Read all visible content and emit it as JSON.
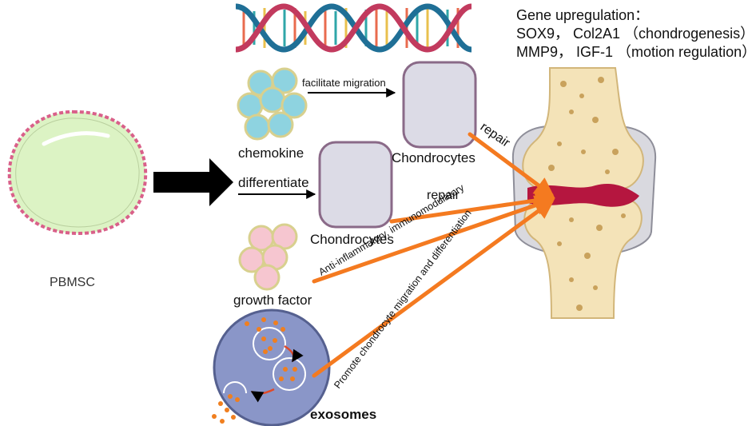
{
  "header": {
    "line1": "Gene upregulation：",
    "line2": "SOX9， Col2A1 （chondrogenesis）",
    "line3": "MMP9， IGF-1 （motion regulation）"
  },
  "cells": {
    "pbmsc": "PBMSC",
    "chemokine": "chemokine",
    "growth_factor": "growth factor",
    "exosomes": "exosomes",
    "chondrocytes_top": "Chondrocytes",
    "chondrocytes_mid": "Chondrocytes"
  },
  "arrows": {
    "facilitate_migration": "facilitate migration",
    "differentiate": "differentiate",
    "repair_top": "repair",
    "repair_mid": "repair",
    "anti_inflammatory": "Anti-inflammatory, immunomodulatory",
    "promote": "Promote chondrocyte migration and differentiation"
  },
  "colors": {
    "arrow_orange": "#f47a20",
    "pbmsc_fill": "#dcf3c4",
    "pbmsc_edge": "#d9608a",
    "chemokine_fill": "#8ed3e0",
    "growth_fill": "#f6c6d0",
    "vesicle_edge": "#d8d08e",
    "exosome_fill": "#8a96c8",
    "chondro_fill": "#dcdbe6",
    "chondro_edge": "#8a6a88",
    "bone_fill": "#f4e3b8",
    "bone_pore": "#c9a25c",
    "inflamed": "#b5163f"
  }
}
